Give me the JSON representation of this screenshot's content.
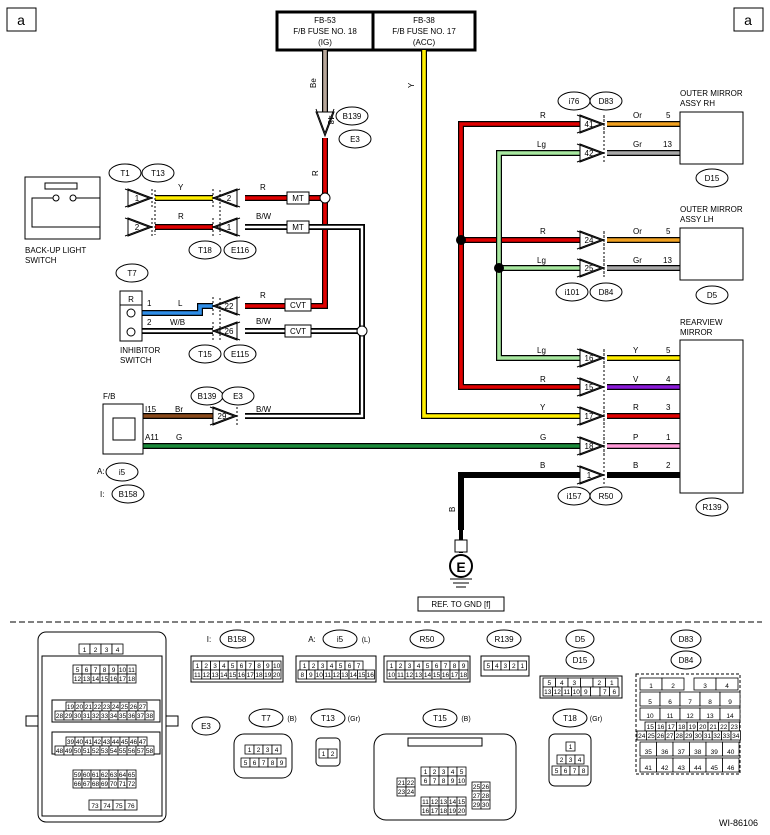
{
  "corner": {
    "left": "a",
    "right": "a"
  },
  "fuses": [
    {
      "id": "FB-53",
      "name": "F/B FUSE NO. 18",
      "sub": "(IG)"
    },
    {
      "id": "FB-38",
      "name": "F/B FUSE NO. 17",
      "sub": "(ACC)"
    }
  ],
  "wire_colors": {
    "Be": "#b8a79a",
    "Y": "#ffee00",
    "R": "#e00000",
    "Lg": "#a8e8a0",
    "Or": "#f0a020",
    "Gr": "#a8a8a8",
    "B": "#000000",
    "W": "#ffffff",
    "L": "#2f8ee8",
    "Br": "#8a4a1c",
    "G": "#1a8a3a",
    "V": "#8a1ad8",
    "P": "#ff9ad8"
  },
  "labels": {
    "be": "Be",
    "y": "Y",
    "r": "R",
    "lg": "Lg",
    "or": "Or",
    "gr": "Gr",
    "b": "B",
    "bw": "B/W",
    "l": "L",
    "wb": "W/B",
    "br": "Br",
    "g": "G",
    "v": "V",
    "p": "P",
    "mt": "MT",
    "cvt": "CVT"
  },
  "connectors": {
    "B139": "B139",
    "E3": "E3",
    "i76": "i76",
    "D83": "D83",
    "D15": "D15",
    "i101": "i101",
    "D84": "D84",
    "D5": "D5",
    "T1": "T1",
    "T13": "T13",
    "T18": "T18",
    "E116": "E116",
    "T7": "T7",
    "T15": "T15",
    "E115": "E115",
    "i5": "i5",
    "B158": "B158",
    "i157": "i157",
    "R50": "R50",
    "R139": "R139"
  },
  "pins": {
    "p48": "48",
    "p41": "41",
    "p42": "42",
    "p24": "24",
    "p25": "25",
    "p16": "16",
    "p15": "15",
    "p17": "17",
    "p18": "18",
    "p1": "1",
    "p2": "2",
    "p22": "22",
    "p26": "26",
    "p29": "29",
    "p5": "5",
    "p13": "13",
    "p4": "4",
    "p3": "3"
  },
  "components": {
    "outer_rh": [
      "OUTER MIRROR",
      "ASSY RH"
    ],
    "outer_lh": [
      "OUTER MIRROR",
      "ASSY LH"
    ],
    "rearview": [
      "REARVIEW",
      "MIRROR"
    ],
    "backup": [
      "BACK-UP LIGHT",
      "SWITCH"
    ],
    "inhibitor": [
      "INHIBITOR",
      "SWITCH"
    ],
    "fb": "F/B",
    "i15": "I15",
    "a11": "A11",
    "a_prefix": "A:",
    "i_prefix": "I:",
    "r_box": "R"
  },
  "ground": {
    "letter": "E",
    "ref": "REF. TO GND [f]"
  },
  "views": {
    "B158": {
      "prefix": "I:",
      "name": "B158",
      "rows": [
        [
          "1",
          "2",
          "3",
          "4",
          "5",
          "6",
          "7",
          "8",
          "9",
          "10"
        ],
        [
          "11",
          "12",
          "13",
          "14",
          "15",
          "16",
          "17",
          "18",
          "19",
          "20"
        ]
      ]
    },
    "i5": {
      "prefix": "A:",
      "name": "i5",
      "suffix": "(L)",
      "rows": [
        [
          "1",
          "2",
          "3",
          "4",
          "5",
          "6",
          "7"
        ],
        [
          "8",
          "9",
          "10",
          "11",
          "12",
          "13",
          "14",
          "15",
          "16"
        ]
      ]
    },
    "R50": {
      "name": "R50",
      "rows": [
        [
          "1",
          "2",
          "3",
          "4",
          "5",
          "6",
          "7",
          "8",
          "9"
        ],
        [
          "10",
          "11",
          "12",
          "13",
          "14",
          "15",
          "16",
          "17",
          "18"
        ]
      ]
    },
    "R139": {
      "name": "R139",
      "rows": [
        [
          "5",
          "4",
          "3",
          "2",
          "1"
        ]
      ]
    },
    "D5": {
      "name": "D5",
      "sub": "D15",
      "rows": [
        [
          "5",
          "4",
          "3",
          "",
          "2",
          "1"
        ],
        [
          "13",
          "12",
          "11",
          "10",
          "9",
          "",
          "7",
          "6"
        ]
      ]
    },
    "D83": {
      "name": "D83",
      "sub": "D84",
      "rows": [
        [
          "1",
          "2",
          "3",
          "4"
        ],
        [
          "5",
          "6",
          "7",
          "8",
          "9"
        ],
        [
          "10",
          "11",
          "12",
          "13",
          "14"
        ],
        [
          "15",
          "16",
          "17",
          "18",
          "19",
          "20",
          "21",
          "22",
          "23"
        ],
        [
          "24",
          "25",
          "26",
          "27",
          "28",
          "29",
          "30",
          "31",
          "32",
          "33",
          "34"
        ],
        [
          "35",
          "36",
          "37",
          "38",
          "39",
          "40"
        ],
        [
          "41",
          "42",
          "43",
          "44",
          "45",
          "46"
        ]
      ]
    },
    "E3": {
      "name": "E3"
    },
    "E3_rows": [
      [
        "1",
        "2",
        "3",
        "4"
      ],
      [
        "5",
        "6",
        "7",
        "8",
        "9",
        "10",
        "11"
      ],
      [
        "12",
        "13",
        "14",
        "15",
        "16",
        "17",
        "18"
      ],
      [
        "19",
        "20",
        "21",
        "22",
        "23",
        "24",
        "25",
        "26",
        "27"
      ],
      [
        "28",
        "29",
        "30",
        "31",
        "32",
        "33",
        "34",
        "35",
        "36",
        "37",
        "38"
      ],
      [
        "39",
        "40",
        "41",
        "42",
        "43",
        "44",
        "45",
        "46",
        "47"
      ],
      [
        "48",
        "49",
        "50",
        "51",
        "52",
        "53",
        "54",
        "55",
        "56",
        "57",
        "58"
      ],
      [
        "59",
        "60",
        "61",
        "62",
        "63",
        "64",
        "65"
      ],
      [
        "66",
        "67",
        "68",
        "69",
        "70",
        "71",
        "72"
      ],
      [
        "73",
        "74",
        "75",
        "76"
      ]
    ],
    "T7": {
      "name": "T7",
      "suffix": "(B)",
      "rows": [
        [
          "1",
          "2",
          "3",
          "4"
        ],
        [
          "5",
          "6",
          "7",
          "8",
          "9"
        ]
      ]
    },
    "T13": {
      "name": "T13",
      "suffix": "(Gr)",
      "rows": [
        [
          "1",
          "2"
        ]
      ]
    },
    "T15": {
      "name": "T15",
      "suffix": "(B)",
      "rows": [
        [
          "1",
          "2",
          "3",
          "4",
          "5"
        ],
        [
          "6",
          "7",
          "8",
          "9",
          "10"
        ],
        [
          "11",
          "12",
          "13",
          "14",
          "15"
        ],
        [
          "16",
          "17",
          "18",
          "19",
          "20"
        ]
      ],
      "side_left": [
        [
          "21",
          "22"
        ],
        [
          "23",
          "24"
        ]
      ],
      "side_right": [
        [
          "25",
          "26"
        ],
        [
          "27",
          "28"
        ],
        [
          "29",
          "30"
        ]
      ]
    },
    "T18": {
      "name": "T18",
      "suffix": "(Gr)",
      "rows": [
        [
          "1"
        ],
        [
          "2",
          "3",
          "4"
        ],
        [
          "5",
          "6",
          "7",
          "8"
        ]
      ]
    }
  },
  "diagram_code": "WI-86106"
}
